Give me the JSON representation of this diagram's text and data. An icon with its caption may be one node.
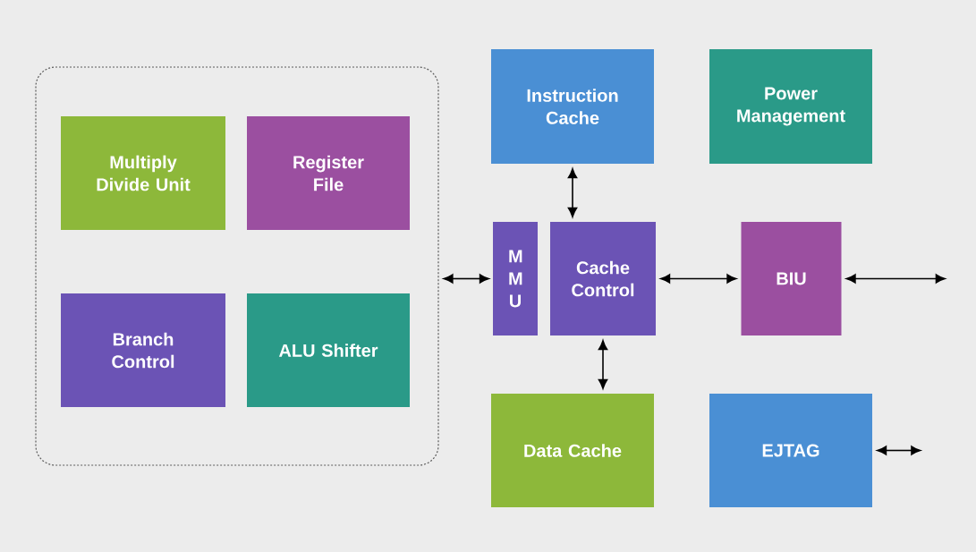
{
  "diagram": {
    "nodes": [
      {
        "text": [],
        "shape": "box"
      },
      {
        "text": [
          "Multiply Divide Unit"
        ],
        "in": 0
      },
      {
        "text": [
          "Register File"
        ],
        "in": 0
      },
      {
        "text": [
          "Branch Control"
        ],
        "in": 0
      },
      {
        "text": [
          "ALU Shifter"
        ],
        "in": 0
      },
      {
        "text": [
          "Instruction Cache"
        ]
      },
      {
        "text": [
          "Power Management"
        ]
      },
      {
        "text": [
          "M M U"
        ]
      },
      {
        "text": [
          "Cache Control"
        ]
      },
      {
        "text": [
          "BIU"
        ]
      },
      {
        "text": [
          "Data Cache"
        ]
      },
      {
        "text": [
          "EJTAG"
        ]
      }
    ],
    "edges": [
      {
        "from": 0,
        "to": 7,
        "arrow": "both"
      },
      {
        "from": 5,
        "to": 8,
        "arrow": "both"
      },
      {
        "from": 8,
        "to": 10,
        "arrow": "both"
      },
      {
        "from": 8,
        "to": 9,
        "arrow": "both"
      },
      {
        "from": 9,
        "to": null,
        "arrow": "both"
      },
      {
        "from": 11,
        "to": null,
        "arrow": "both"
      }
    ]
  }
}
